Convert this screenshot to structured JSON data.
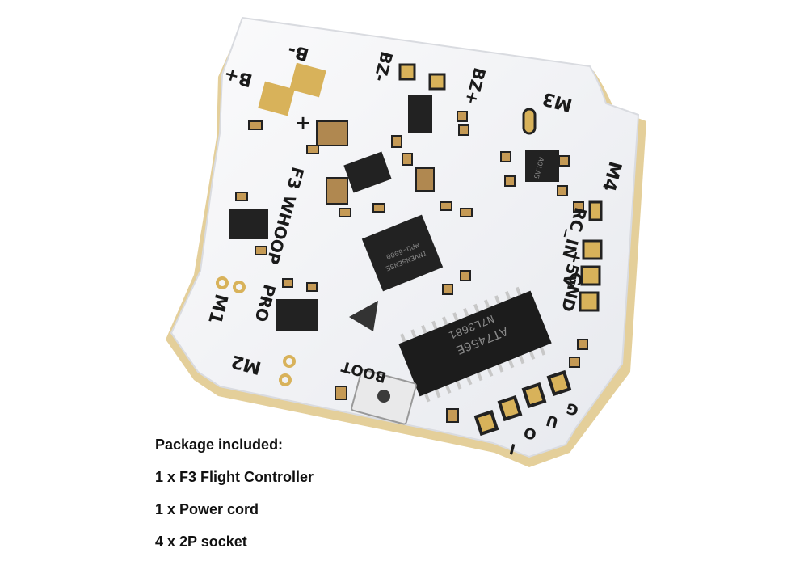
{
  "board": {
    "labels": {
      "b_minus": "B-",
      "b_plus": "B+",
      "bz_minus": "BZ-",
      "bz_plus": "BZ+",
      "m1": "M1",
      "m2": "M2",
      "m3": "M3",
      "m4": "M4",
      "whoop": "WHOOP",
      "pro": "PRO",
      "f3": "F3",
      "rc_in": "RC_IN",
      "plus5v": "+5V",
      "gnd": "GND",
      "boot": "BOOT",
      "g": "G",
      "u": "U",
      "o": "O",
      "i": "I",
      "plus": "+",
      "chip_main": "AT7456E",
      "chip_main_sub": "N7L3681",
      "chip_imu": "INVENSENSE",
      "chip_imu_sub": "MPU-6000",
      "mosfet": "AOLA5"
    },
    "colors": {
      "board": "#f3f4f6",
      "edge": "#e4cf9a",
      "chip": "#222222",
      "gold": "#d8b25a"
    }
  },
  "package": {
    "title": "Package included:",
    "items": [
      "1 x F3 Flight Controller",
      "1 x Power cord",
      "4 x 2P socket"
    ]
  }
}
